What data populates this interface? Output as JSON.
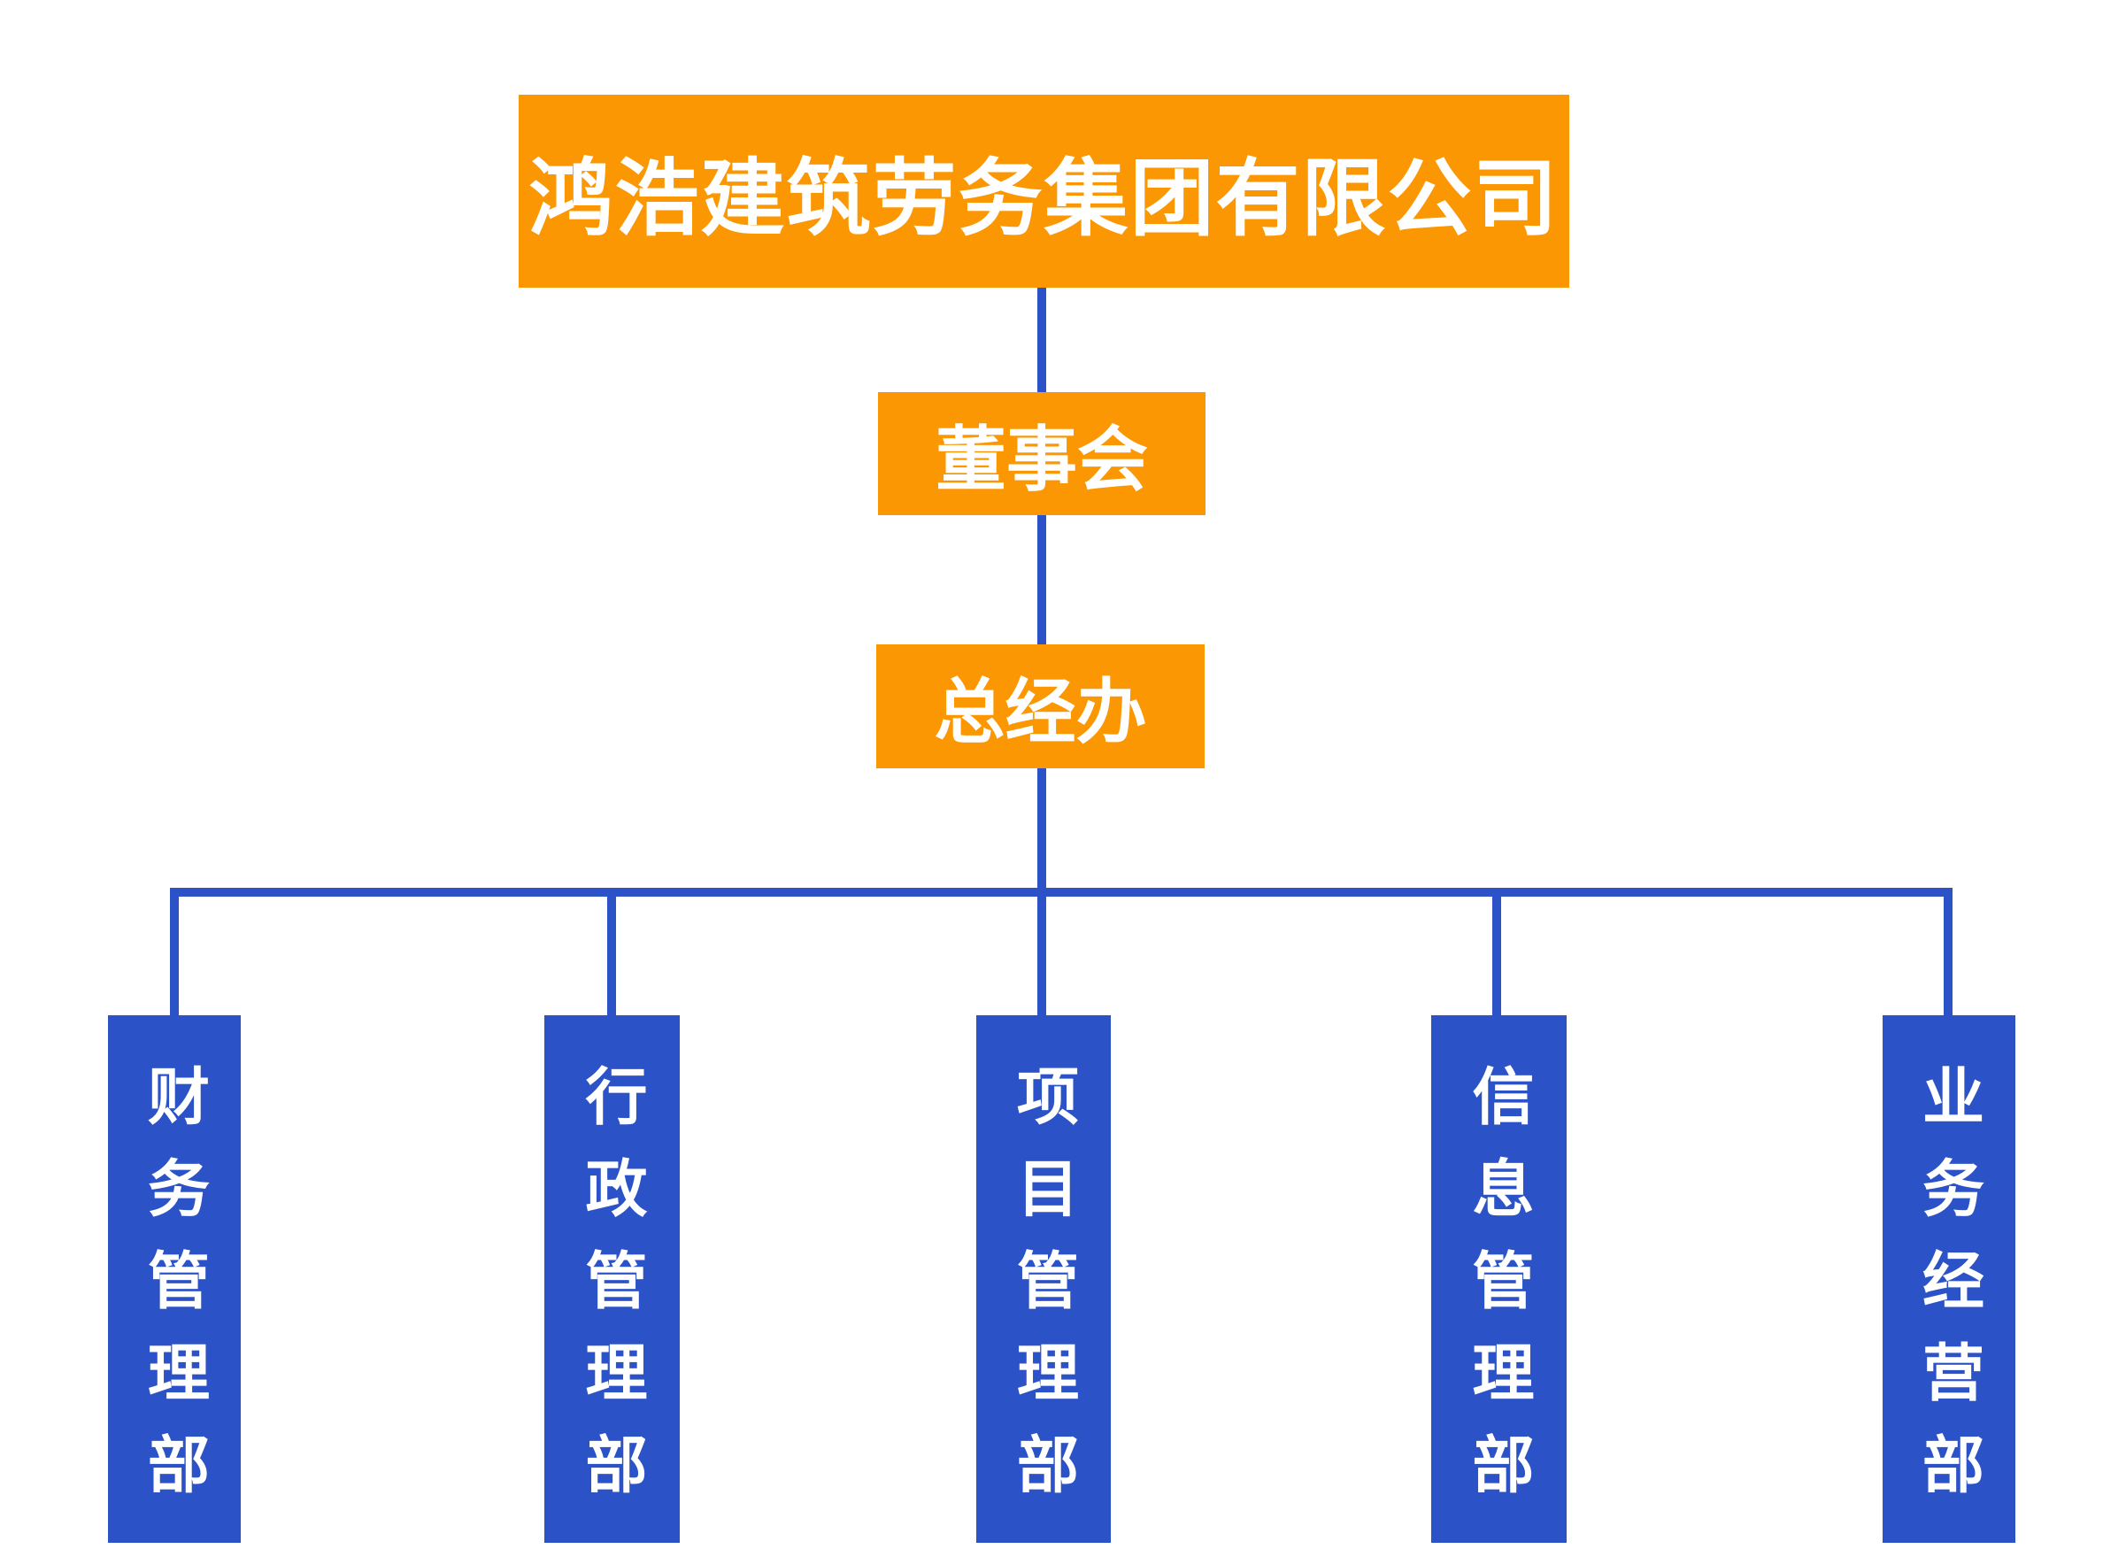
{
  "org": {
    "title": "鸿浩建筑劳务集团有限公司",
    "root": {
      "label": "鸿浩建筑劳务集团有限公司"
    },
    "board": {
      "label": "董事会"
    },
    "gm_office": {
      "label": "总经办"
    },
    "departments": [
      {
        "label": "财务管理部"
      },
      {
        "label": "行政管理部"
      },
      {
        "label": "项目管理部"
      },
      {
        "label": "信息管理部"
      },
      {
        "label": "业务经营部"
      }
    ],
    "hierarchy": {
      "root": "鸿浩建筑劳务集团有限公司",
      "children": [
        {
          "label": "董事会",
          "children": [
            {
              "label": "总经办",
              "children": [
                "财务管理部",
                "行政管理部",
                "项目管理部",
                "信息管理部",
                "业务经营部"
              ]
            }
          ]
        }
      ]
    },
    "colors": {
      "node_orange": "#FB9702",
      "node_blue": "#2B52C6",
      "connector_blue": "#2B52C6",
      "text": "#FFFFFF",
      "background": "#FFFFFF"
    }
  }
}
